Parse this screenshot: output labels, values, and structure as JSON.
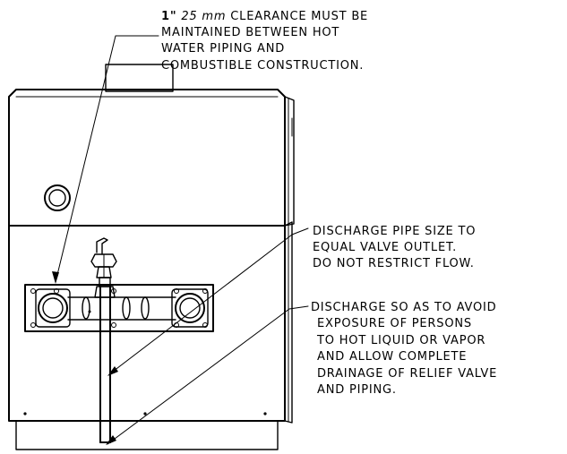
{
  "notes": {
    "clearance": {
      "bold_part": "1\"",
      "italic_part": "25 mm",
      "line1_rest": " CLEARANCE MUST BE",
      "line2": "MAINTAINED BETWEEN HOT",
      "line3": "WATER PIPING AND",
      "line4": "COMBUSTIBLE CONSTRUCTION."
    },
    "pipe_size": {
      "line1": "DISCHARGE PIPE SIZE TO",
      "line2": "EQUAL VALVE OUTLET.",
      "line3": "DO NOT RESTRICT FLOW."
    },
    "discharge": {
      "line1": "DISCHARGE SO AS TO AVOID",
      "line2": "EXPOSURE OF PERSONS",
      "line3": "TO HOT LIQUID OR VAPOR",
      "line4": "AND ALLOW COMPLETE",
      "line5": "DRAINAGE OF RELIEF VALVE",
      "line6": "AND PIPING."
    }
  }
}
